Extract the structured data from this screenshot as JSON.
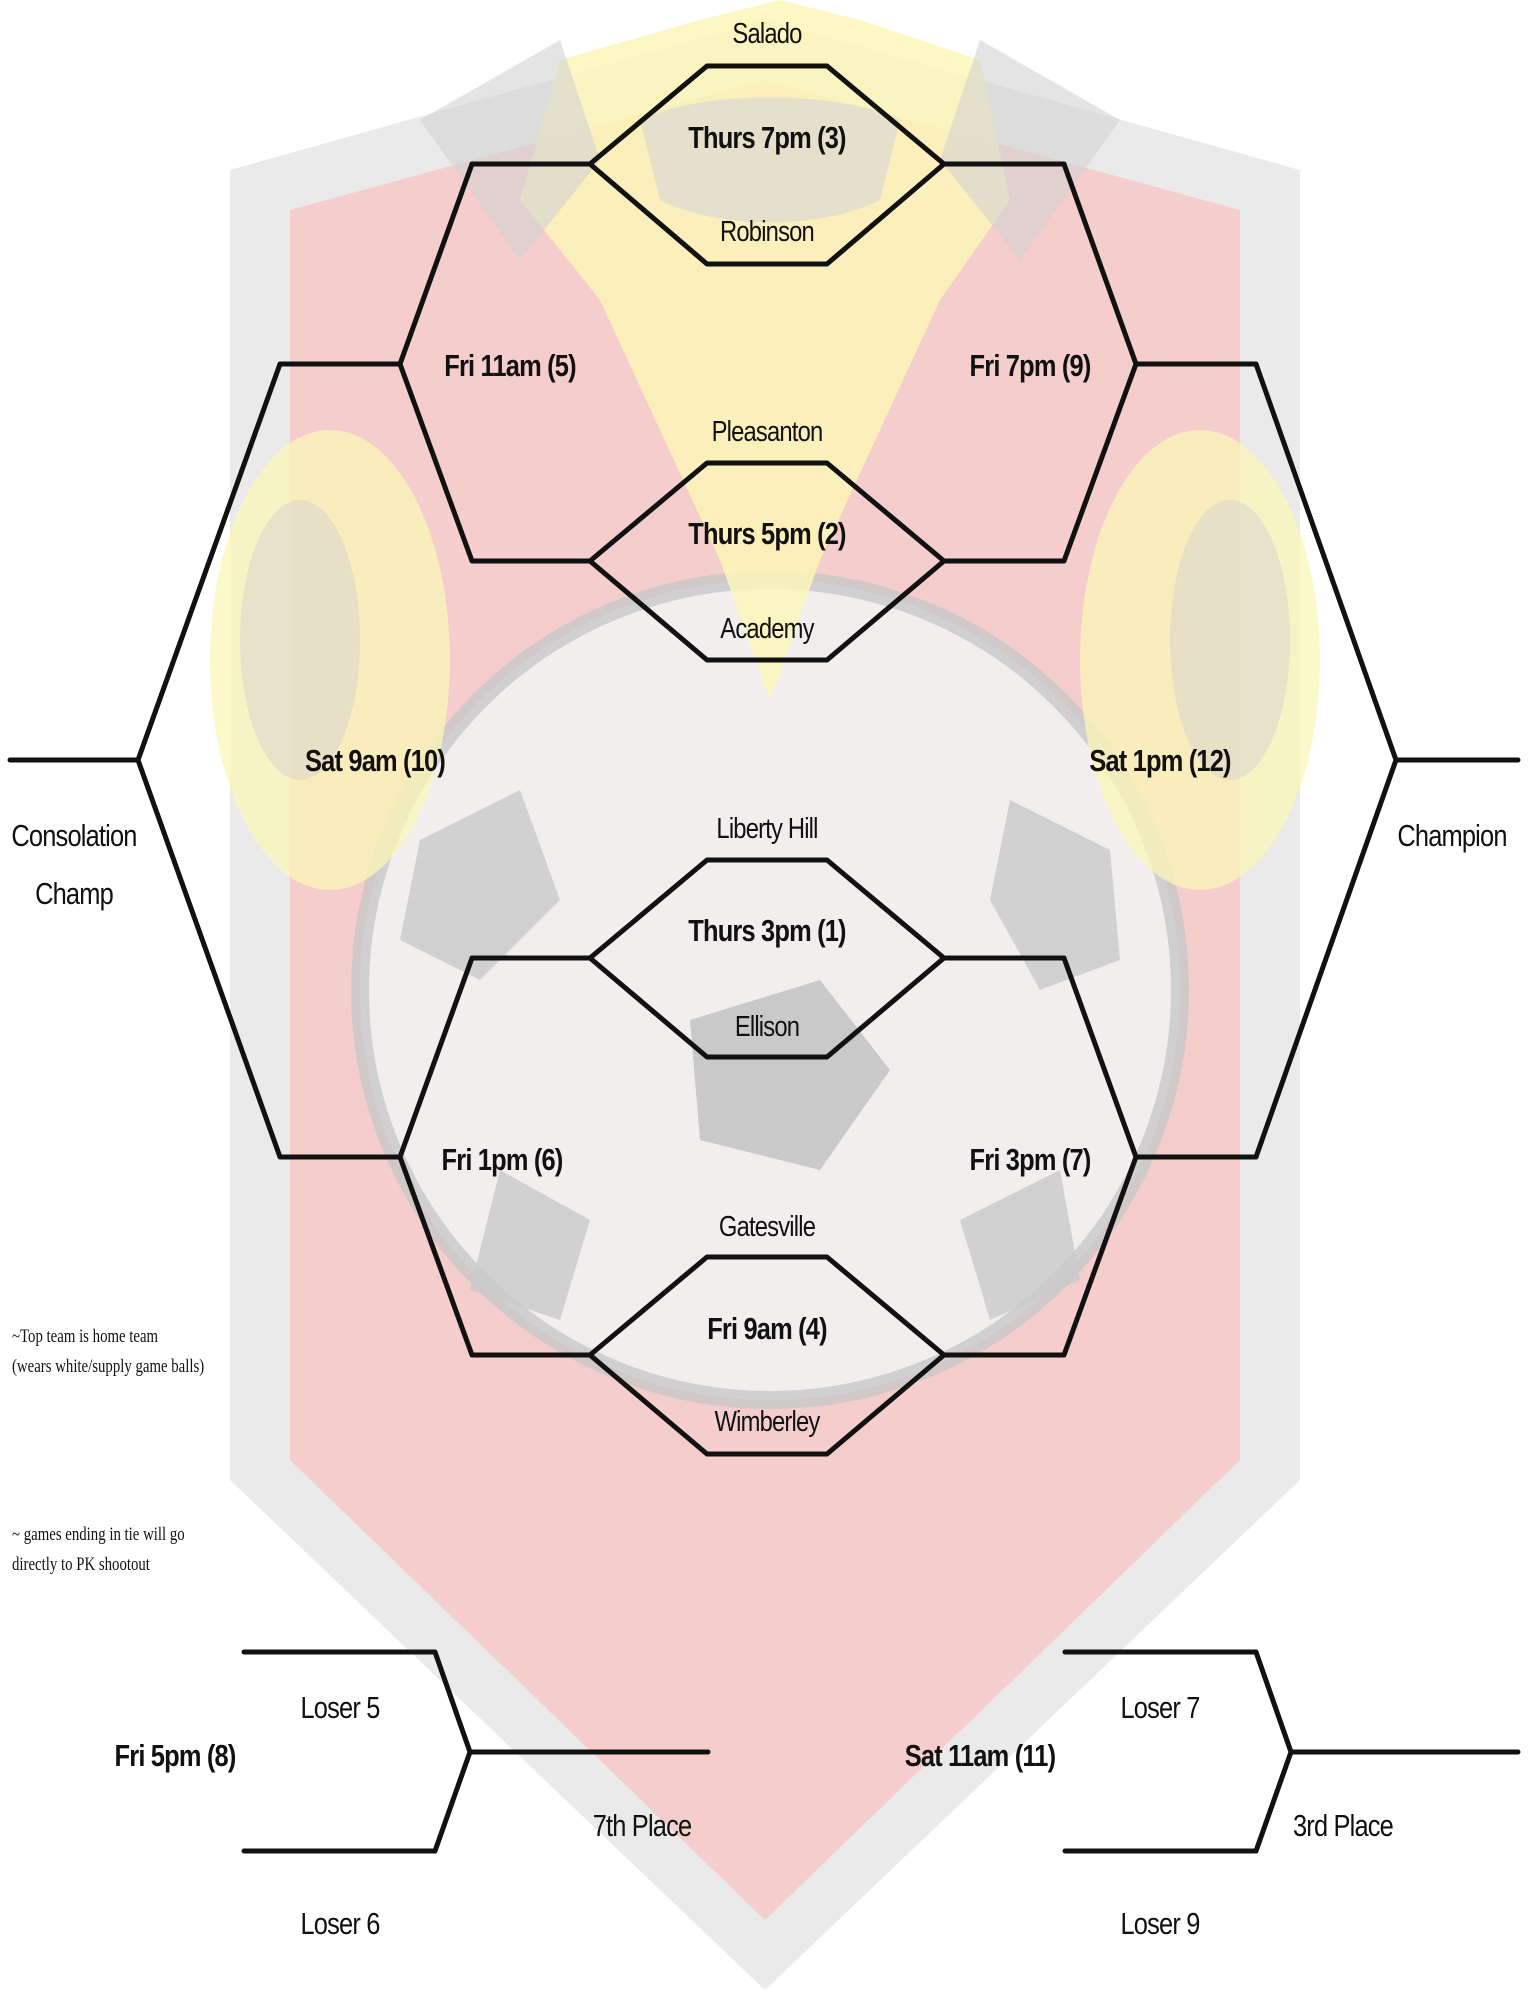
{
  "bracket": {
    "games": {
      "g3": "Thurs 7pm (3)",
      "g2": "Thurs 5pm (2)",
      "g1": "Thurs 3pm (1)",
      "g4": "Fri 9am (4)",
      "g5": "Fri 11am (5)",
      "g6": "Fri 1pm (6)",
      "g9": "Fri 7pm (9)",
      "g7": "Fri 3pm (7)",
      "g10": "Sat 9am (10)",
      "g12": "Sat 1pm (12)",
      "g8": "Fri 5pm (8)",
      "g11": "Sat 11am (11)"
    },
    "teams": {
      "salado": "Salado",
      "robinson": "Robinson",
      "pleasanton": "Pleasanton",
      "academy": "Academy",
      "liberty_hill": "Liberty Hill",
      "ellison": "Ellison",
      "gatesville": "Gatesville",
      "wimberley": "Wimberley"
    },
    "results": {
      "consolation_line1": "Consolation",
      "consolation_line2": "Champ",
      "champion": "Champion",
      "seventh_place": "7th Place",
      "third_place": "3rd Place"
    },
    "losers": {
      "loser5": "Loser 5",
      "loser6": "Loser 6",
      "loser7": "Loser 7",
      "loser9": "Loser 9"
    }
  },
  "notes": {
    "home_team_line1": "~Top team is home team",
    "home_team_line2": "(wears white/supply game balls)",
    "tie_line1": "~ games ending in tie will go",
    "tie_line2": "directly to PK shootout"
  },
  "colors": {
    "line": "#111111",
    "shield_red": "#f4c2c2",
    "shield_grey": "#d8d8d8",
    "ball_grey": "#bdbdbd",
    "accent_yellow": "#fbf6b0"
  }
}
